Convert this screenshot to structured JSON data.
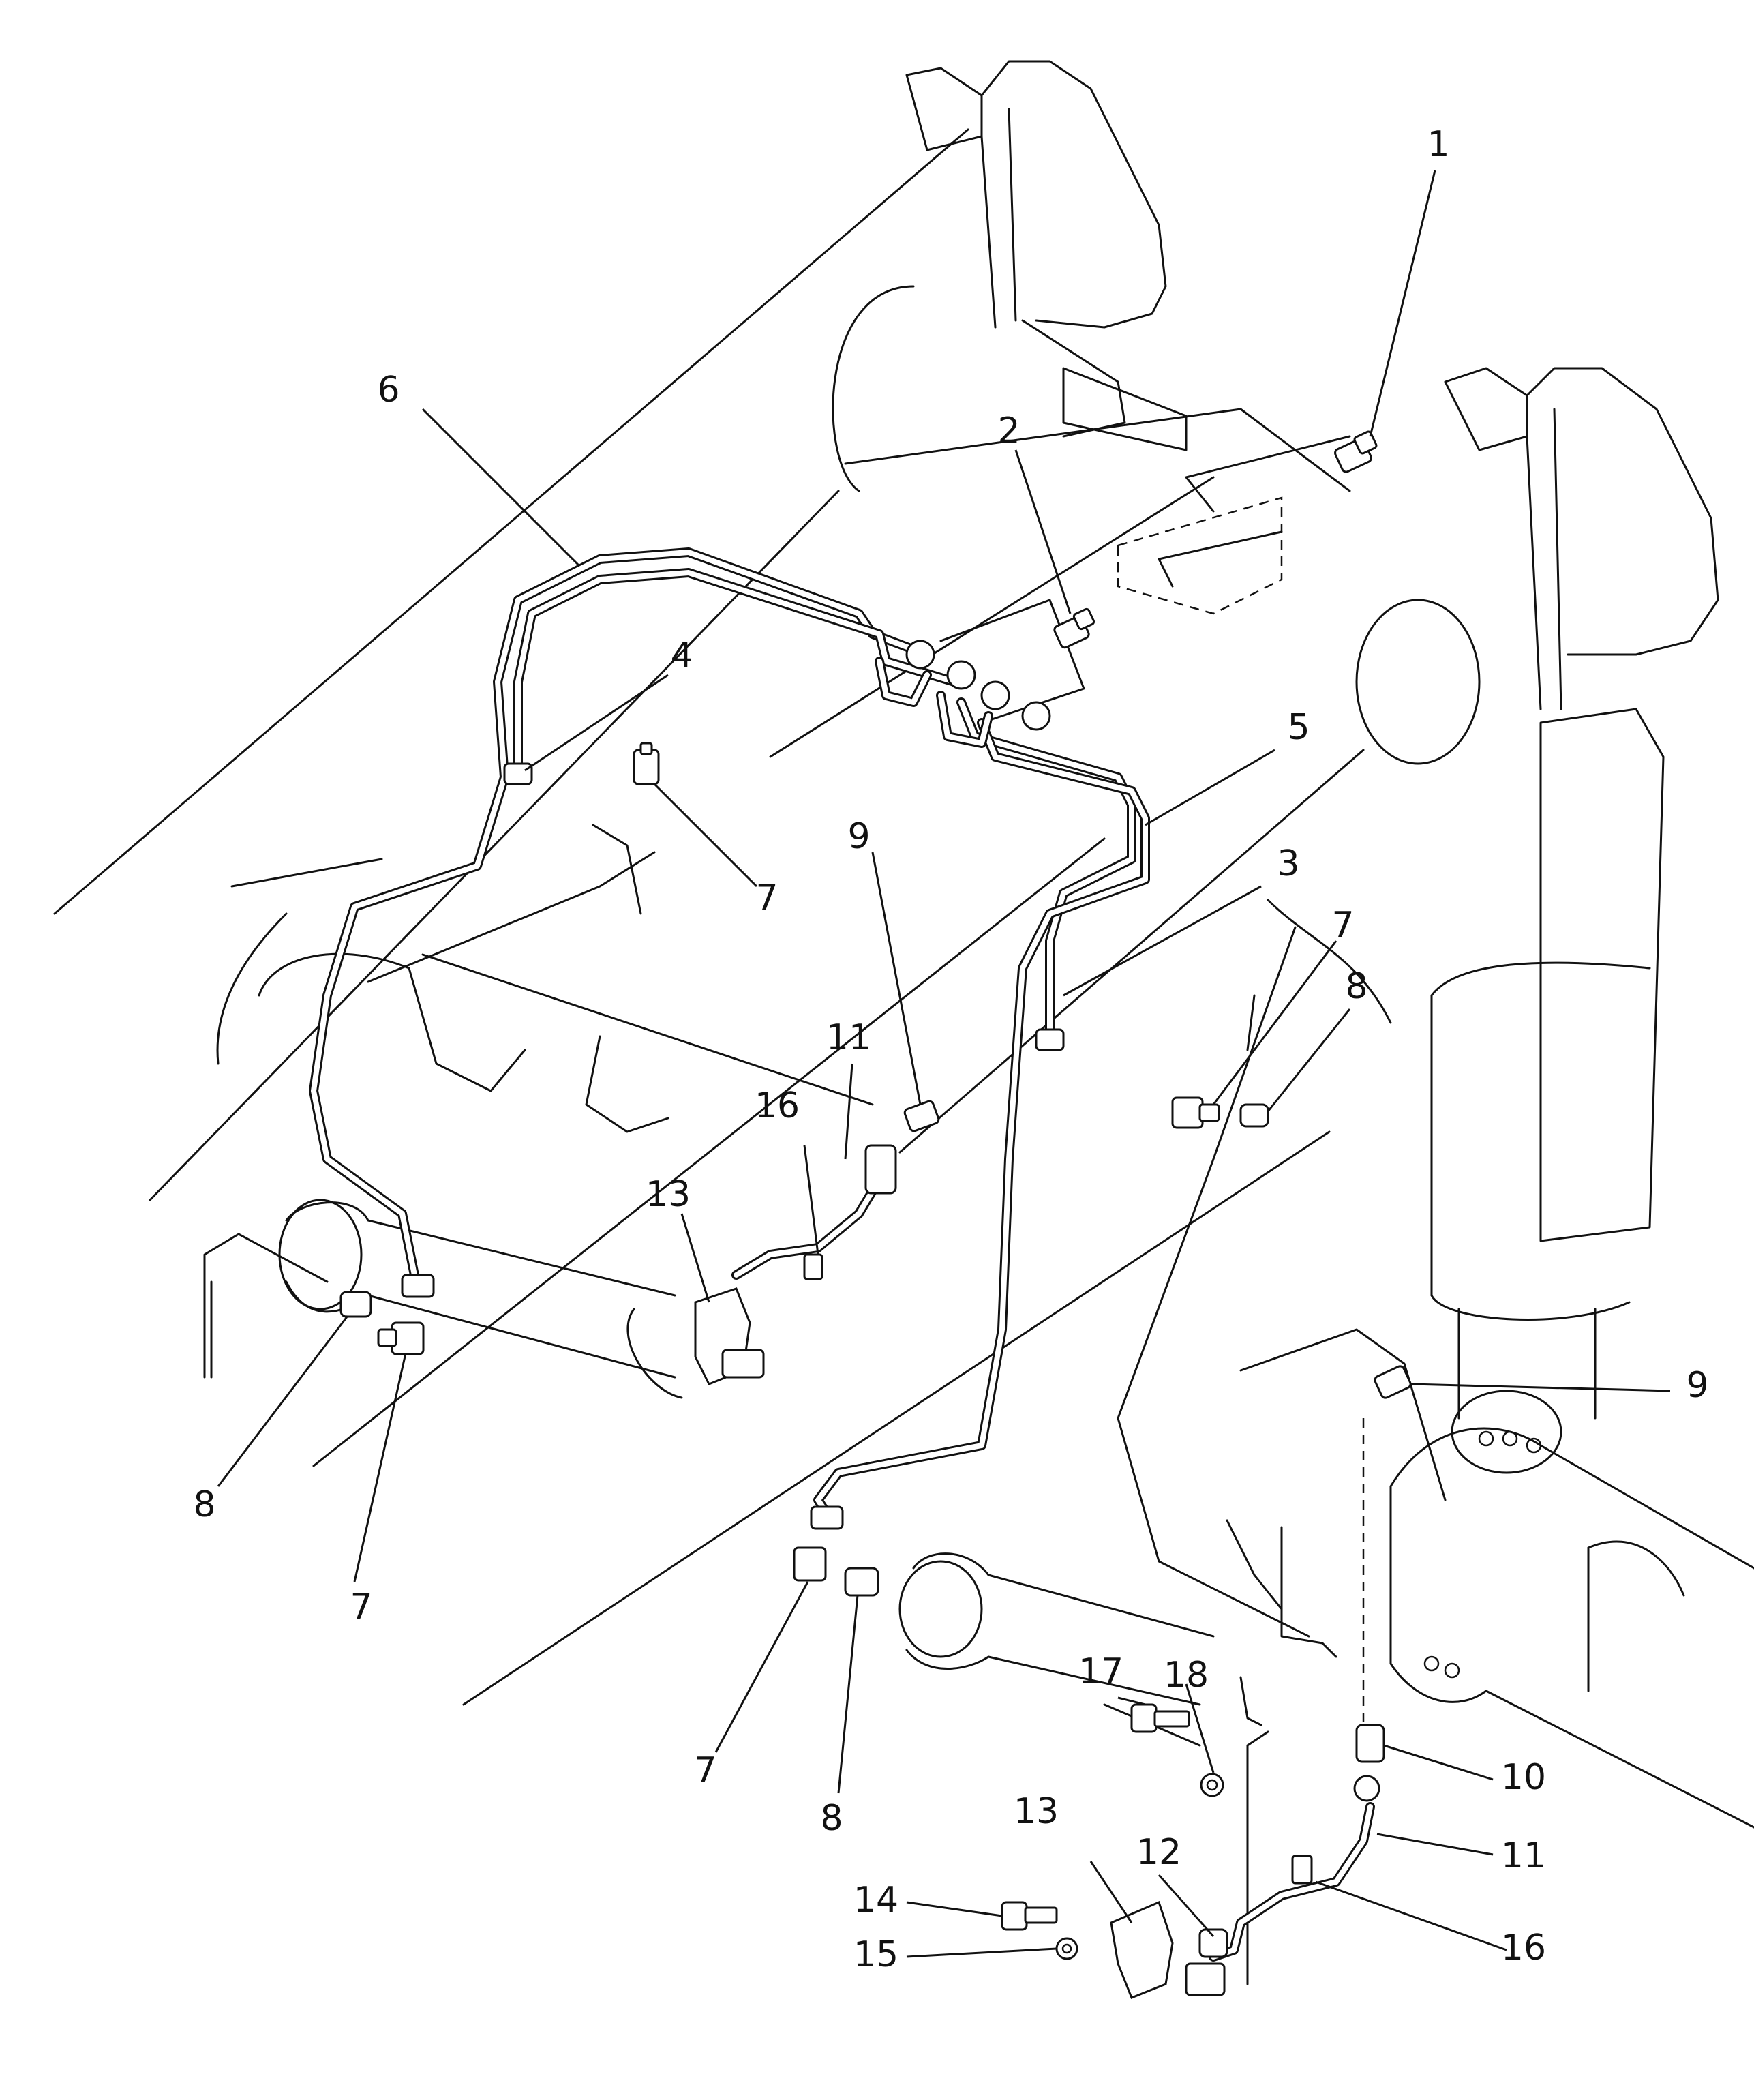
{
  "diagram": {
    "callouts": [
      {
        "id": "1",
        "label": "1"
      },
      {
        "id": "2",
        "label": "2"
      },
      {
        "id": "3",
        "label": "3"
      },
      {
        "id": "4",
        "label": "4"
      },
      {
        "id": "5",
        "label": "5"
      },
      {
        "id": "6",
        "label": "6"
      },
      {
        "id": "7a",
        "label": "7"
      },
      {
        "id": "7b",
        "label": "7"
      },
      {
        "id": "7c",
        "label": "7"
      },
      {
        "id": "7d",
        "label": "7"
      },
      {
        "id": "8a",
        "label": "8"
      },
      {
        "id": "8b",
        "label": "8"
      },
      {
        "id": "8c",
        "label": "8"
      },
      {
        "id": "9a",
        "label": "9"
      },
      {
        "id": "9b",
        "label": "9"
      },
      {
        "id": "10",
        "label": "10"
      },
      {
        "id": "11a",
        "label": "11"
      },
      {
        "id": "11b",
        "label": "11"
      },
      {
        "id": "12",
        "label": "12"
      },
      {
        "id": "13a",
        "label": "13"
      },
      {
        "id": "13b",
        "label": "13"
      },
      {
        "id": "14",
        "label": "14"
      },
      {
        "id": "15",
        "label": "15"
      },
      {
        "id": "16a",
        "label": "16"
      },
      {
        "id": "16b",
        "label": "16"
      },
      {
        "id": "17",
        "label": "17"
      },
      {
        "id": "18",
        "label": "18"
      }
    ]
  }
}
